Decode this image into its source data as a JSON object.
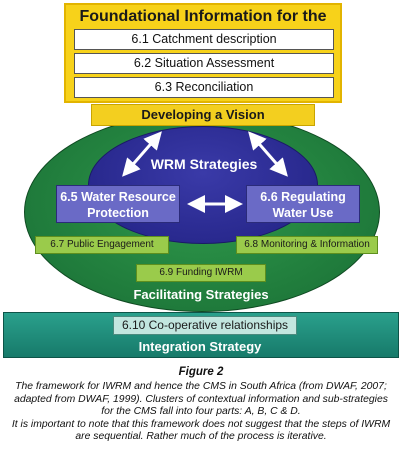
{
  "foundational": {
    "title": "Foundational Information for the CMS",
    "items": [
      "6.1 Catchment description",
      "6.2 Situation Assessment",
      "6.3 Reconciliation"
    ]
  },
  "vision": "Developing a Vision",
  "wrm": {
    "label": "WRM Strategies",
    "box_65": "6.5 Water Resource Protection",
    "box_66": "6.6 Regulating Water Use"
  },
  "facilitating": {
    "box_67": "6.7 Public Engagement",
    "box_68": "6.8 Monitoring & Information",
    "box_69": "6.9 Funding IWRM",
    "label": "Facilitating Strategies"
  },
  "integration": {
    "box_610": "6.10 Co-operative relationships",
    "label": "Integration Strategy"
  },
  "figure": {
    "label": "Figure  2",
    "caption": [
      "The framework for IWRM and hence the CMS in South Africa (from DWAF, 2007; adapted from DWAF, 1999).  Clusters of contextual information and sub-strategies for the CMS fall into four parts: A, B, C & D.",
      "It is important to note that this framework does not suggest that the steps of IWRM are sequential. Rather much of the process is iterative."
    ]
  },
  "colors": {
    "foundational": "#f7d21a",
    "facilitating_ellipse": "#1f7a3b",
    "wrm_ellipse": "#26268a",
    "wrm_boxes": "#6a6ac6",
    "facilitating_boxes": "#9acb4b",
    "integration": "#177a6a"
  }
}
